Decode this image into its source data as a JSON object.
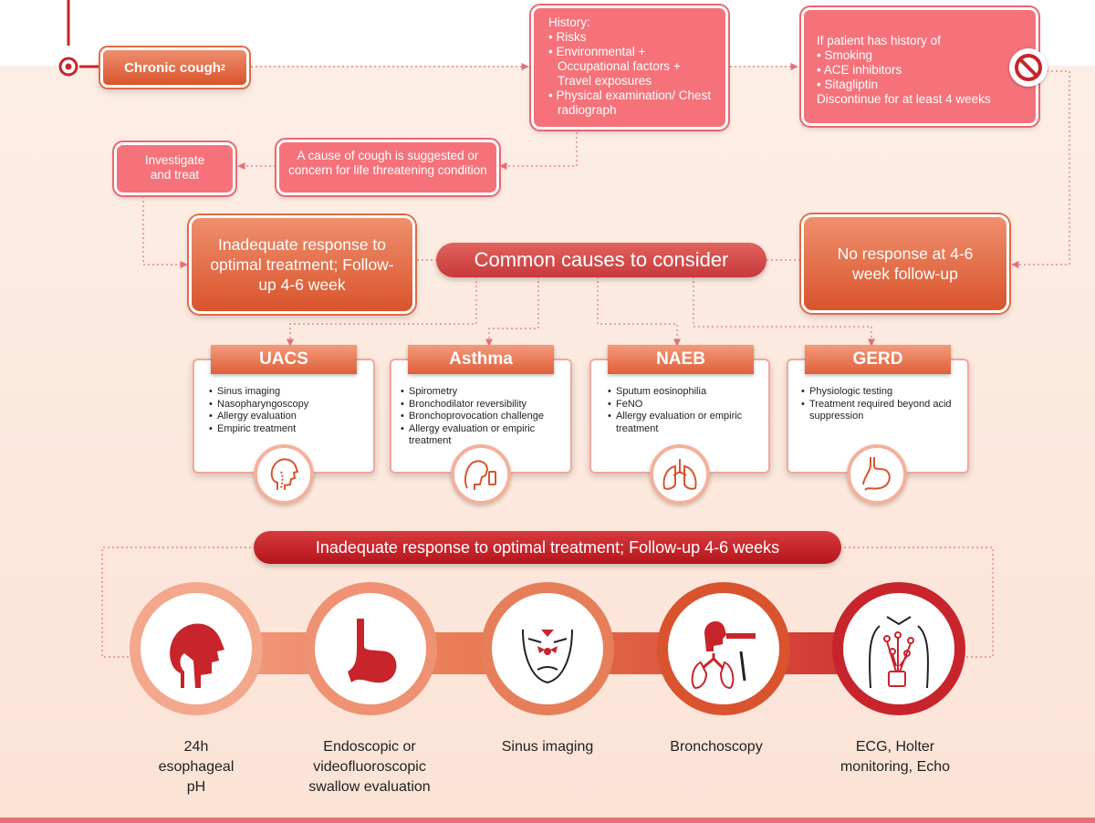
{
  "chronic_cough": {
    "label": "Chronic cough",
    "sup": "2"
  },
  "history": {
    "title": "History:",
    "items": [
      "Risks",
      "Environmental + Occupational factors + Travel exposures",
      "Physical examination/ Chest radiograph"
    ]
  },
  "discontinue": {
    "intro": "If patient has history of",
    "items": [
      "Smoking",
      "ACE inhibitors",
      "Sitagliptin"
    ],
    "outro": "Discontinue for at least 4 weeks",
    "icon": "prohibited-icon"
  },
  "investigate": {
    "label": "Investigate and treat"
  },
  "cause_suggested": {
    "label": "A cause of cough is suggested or concern for life threatening condition"
  },
  "inadequate_response": {
    "label": "Inadequate response to optimal treatment; Follow-up 4-6 week"
  },
  "no_response": {
    "label": "No response at 4-6 week follow-up"
  },
  "common_causes": {
    "label": "Common causes to consider"
  },
  "causes": [
    {
      "title": "UACS",
      "items": [
        "Sinus imaging",
        "Nasopharyngoscopy",
        "Allergy evaluation",
        "Empiric treatment"
      ],
      "icon": "head-throat-icon"
    },
    {
      "title": "Asthma",
      "items": [
        "Spirometry",
        "Bronchodilator reversibility",
        "Bronchoprovocation challenge",
        "Allergy evaluation or empiric treatment"
      ],
      "icon": "inhaler-icon"
    },
    {
      "title": "NAEB",
      "items": [
        "Sputum eosinophilia",
        "FeNO",
        "Allergy evaluation or empiric treatment"
      ],
      "icon": "lungs-icon"
    },
    {
      "title": "GERD",
      "items": [
        "Physiologic testing",
        "Treatment required beyond acid suppression"
      ],
      "icon": "stomach-icon"
    }
  ],
  "followup_banner": {
    "label": "Inadequate response to optimal treatment; Follow-up 4-6 weeks"
  },
  "tests": [
    {
      "label": "24h esophageal pH",
      "icon": "throat-profile-icon"
    },
    {
      "label": "Endoscopic or videofluoroscopic swallow evaluation",
      "icon": "stomach-icon"
    },
    {
      "label": "Sinus imaging",
      "icon": "sinus-face-icon"
    },
    {
      "label": "Bronchoscopy",
      "icon": "bronchoscopy-icon"
    },
    {
      "label": "ECG, Holter monitoring, Echo",
      "icon": "holter-monitor-icon"
    }
  ],
  "colors": {
    "accent_red": "#c8242b",
    "pink": "#f5727a",
    "orange": "#e0603a"
  }
}
